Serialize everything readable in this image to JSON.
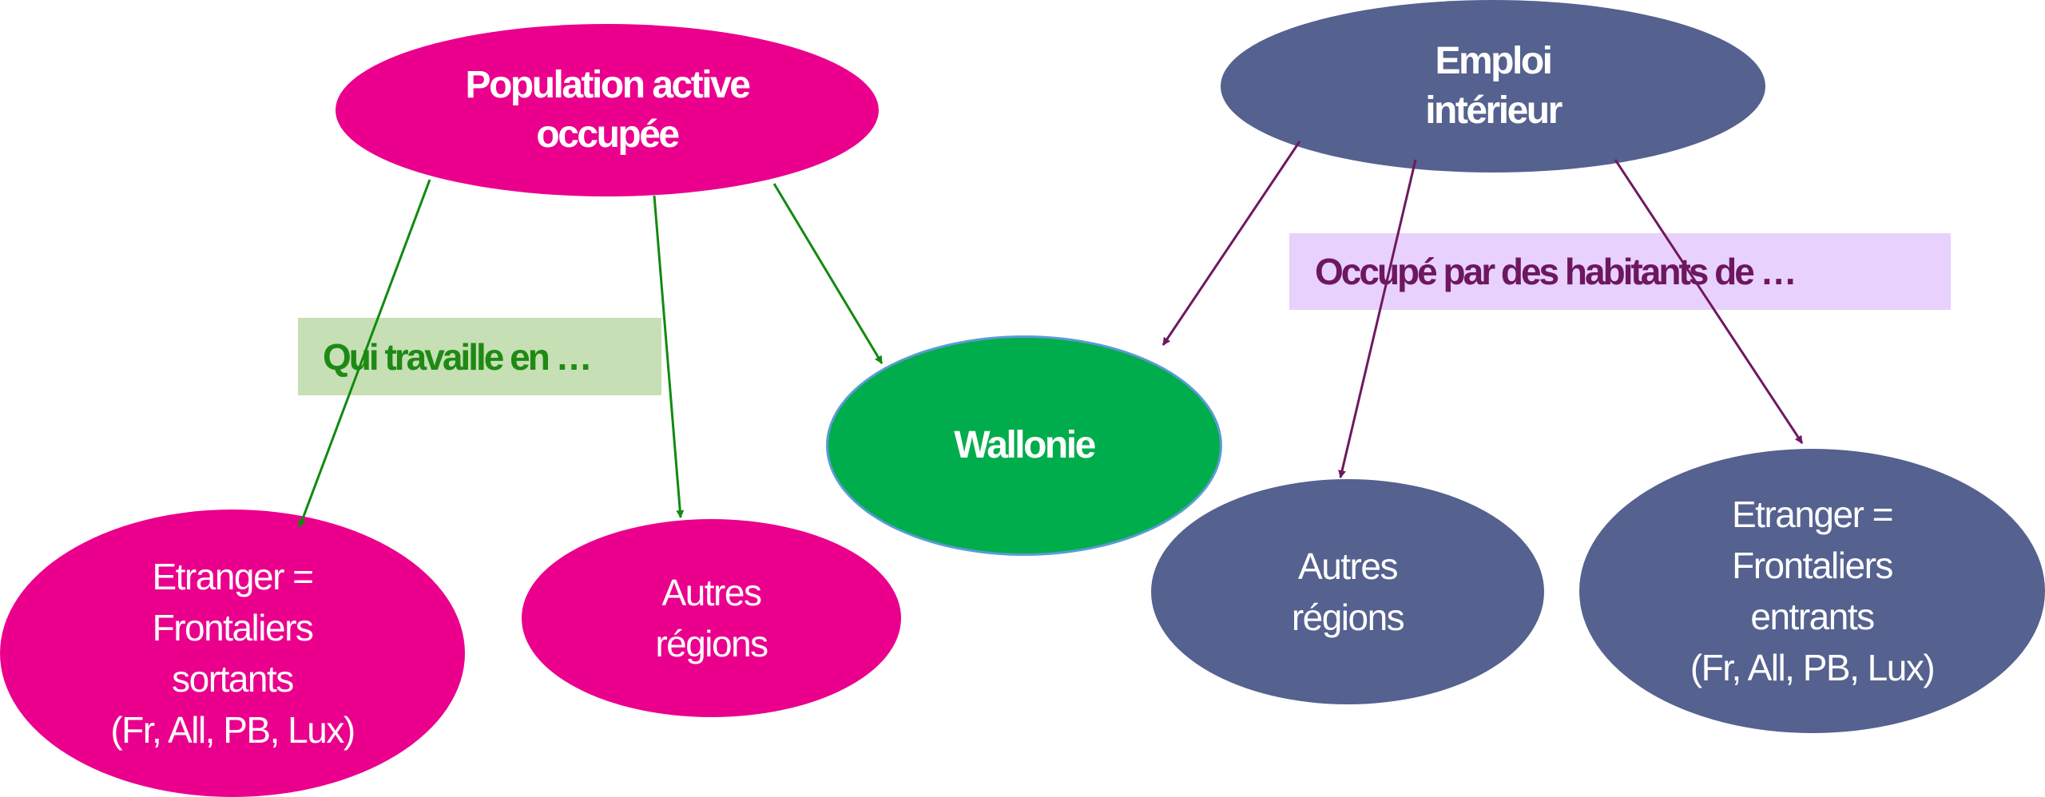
{
  "colors": {
    "magenta": "#ea008c",
    "slate_blue": "#55618f",
    "green_node": "#00ad4c",
    "green_arrow": "#108a10",
    "green_caption_bg": "#c6dfb5",
    "green_caption_text": "#1e8a14",
    "purple_arrow": "#6d1960",
    "purple_caption_bg": "#e8d1fd",
    "purple_caption_text": "#6d1760",
    "node_text": "#ffffff"
  },
  "nodes": {
    "population": "Population active\noccupée",
    "emploi": "Emploi\nintérieur",
    "wallonie": "Wallonie",
    "etranger_sortants": "Etranger =\nFrontaliers\nsortants\n(Fr, All, PB, Lux)",
    "autres_regions_left": "Autres\nrégions",
    "autres_regions_right": "Autres\nrégions",
    "etranger_entrants": "Etranger =\nFrontaliers\nentrants\n(Fr, All, PB, Lux)"
  },
  "captions": {
    "left": "Qui travaille en …",
    "right": "Occupé par des habitants de …"
  },
  "edges": [
    {
      "from": "population",
      "to": "etranger_sortants",
      "group": "green"
    },
    {
      "from": "population",
      "to": "autres_regions_left",
      "group": "green"
    },
    {
      "from": "population",
      "to": "wallonie",
      "group": "green"
    },
    {
      "from": "emploi",
      "to": "wallonie",
      "group": "purple"
    },
    {
      "from": "emploi",
      "to": "autres_regions_right",
      "group": "purple"
    },
    {
      "from": "emploi",
      "to": "etranger_entrants",
      "group": "purple"
    }
  ]
}
